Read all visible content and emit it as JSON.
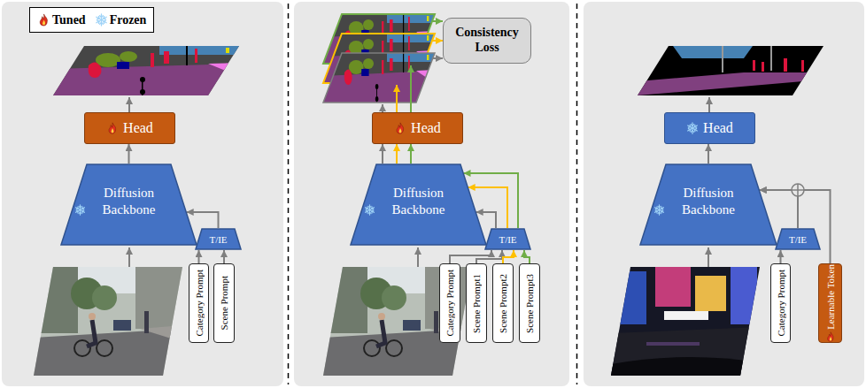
{
  "diagram": {
    "nodes": [
      {
        "text": [
          "Head"
        ]
      },
      {
        "text": [
          "Diffusion Backbone"
        ]
      },
      {
        "text": [
          "T/IE"
        ]
      },
      {
        "text": [
          "Category Prompt"
        ]
      },
      {
        "text": [
          "Scene Prompt"
        ]
      },
      {
        "text": [
          "Consistency Loss"
        ]
      },
      {
        "text": [
          "Head"
        ]
      },
      {
        "text": [
          "Diffusion Backbone"
        ]
      },
      {
        "text": [
          "T/IE"
        ]
      },
      {
        "text": [
          "Category Prompt"
        ]
      },
      {
        "text": [
          "Scene Prompt1"
        ]
      },
      {
        "text": [
          "Scene Prompt2"
        ]
      },
      {
        "text": [
          "Scene Prompt3"
        ]
      },
      {
        "text": [
          "Head"
        ]
      },
      {
        "text": [
          "Diffusion Backbone"
        ]
      },
      {
        "text": [
          "T/IE"
        ]
      },
      {
        "text": [
          "Category Prompt"
        ]
      },
      {
        "text": [
          "Learnable Token"
        ]
      }
    ],
    "edges": [
      {
        "from": 1,
        "to": 0,
        "arrow": "to"
      },
      {
        "from": 2,
        "to": 1,
        "arrow": "to"
      },
      {
        "from": 3,
        "to": 2,
        "arrow": "to"
      },
      {
        "from": 4,
        "to": 2,
        "arrow": "to"
      },
      {
        "from": 7,
        "to": 6,
        "arrow": "to"
      },
      {
        "from": 7,
        "to": 6,
        "arrow": "to"
      },
      {
        "from": 7,
        "to": 6,
        "arrow": "to"
      },
      {
        "from": 8,
        "to": 7,
        "arrow": "to"
      },
      {
        "from": 8,
        "to": 7,
        "arrow": "to"
      },
      {
        "from": 8,
        "to": 7,
        "arrow": "to"
      },
      {
        "from": 9,
        "to": 8,
        "arrow": "to"
      },
      {
        "from": 10,
        "to": 8,
        "arrow": "to"
      },
      {
        "from": 11,
        "to": 8,
        "arrow": "to"
      },
      {
        "from": 12,
        "to": 8,
        "arrow": "to"
      },
      {
        "from": 14,
        "to": 13,
        "arrow": "to"
      },
      {
        "from": 15,
        "to": 14,
        "arrow": "to"
      },
      {
        "from": 17,
        "to": 14,
        "arrow": "to"
      },
      {
        "from": 16,
        "to": 15,
        "arrow": "to"
      }
    ],
    "legend": [
      {
        "text": "Tuned"
      },
      {
        "text": "Frozen"
      }
    ]
  }
}
